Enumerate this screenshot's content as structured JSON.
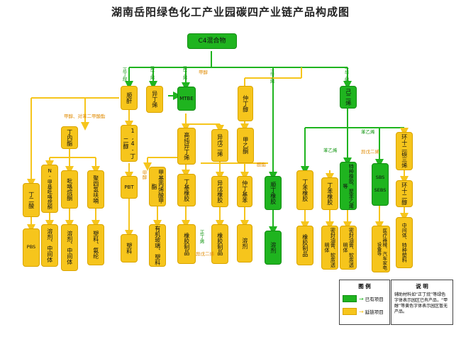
{
  "title": "湖南岳阳绿色化工产业园碳四产业链产品构成图",
  "nodes": {
    "c4": "C4混合物",
    "shunbi": "顺酐",
    "yiding_a": "异丁烯",
    "mtbe": "MTBE",
    "zhongding": "仲丁醇",
    "qiding": "己二烯",
    "ding_lactone": "丁内酯",
    "bdo": "1,4-丁二醇",
    "gaochun": "高纯异丁烯",
    "yiwu": "异戊二烯",
    "jiayi": "甲乙酮",
    "shunding_rubber": "顺丁橡胶",
    "dingben": "丁苯橡胶",
    "sbs1": "SBS",
    "sbs2": "SEBS",
    "huan12": "环十二碳三烯",
    "huan12b": "环十二醇",
    "n_methyl": "N-甲基吡咯烷酮",
    "pyrrolidone": "吡咯烷酮",
    "nylon": "聚四氢呋喃",
    "ptmg": "PBT",
    "pmma": "甲基丙烯酸甲酯",
    "dingji": "丁基橡胶",
    "yiwu_rubber": "异戊橡胶",
    "zhenguan": "仲丁基苯",
    "special": "特种橡胶、聚苯乙烯等",
    "dingersuan": "丁二酸",
    "pbs": "PBS",
    "rongji1": "溶剂、中间体",
    "rongji2": "溶剂、中间体",
    "suliao_a": "塑料、氨纶",
    "suliao_b": "塑料",
    "organic_glass": "有机玻璃、塑料",
    "rubber_a": "橡胶制品",
    "rubber_b": "橡胶制品",
    "rongji3": "溶剂",
    "rongji4": "溶剂",
    "rubber_c": "橡胶制品",
    "mifeng": "密封油膏、软质透明体",
    "yiliao": "医疗器械、汽车家电设备等",
    "zhongjianti": "中间体、特种塑料"
  },
  "edge_labels": {
    "zhengding": "正丁烷",
    "yiding_lbl": "异丁烯",
    "yiding2": "异丁烯",
    "jiachun": "甲醇",
    "zhengding2": "正丁烯",
    "zhengding3": "正丁烯",
    "methanol_dg": "甲醇、对苯二甲酸酯",
    "zhongding_lbl": "正丁烯",
    "jiachun2": "甲醇",
    "benyixi": "苯乙烯",
    "yiwu2": "异戊二烯",
    "benyixi2": "苯乙烯",
    "zhengding4": "正丁烯",
    "yiwu3": "异戊二烯",
    "jiaquan": "醛酯"
  },
  "legend": {
    "title": "图   例",
    "existing": "已有项目",
    "extension": "延链项目"
  },
  "notes": {
    "title": "说   明",
    "body": "辅助材料如“正丁烷”等绿色字体表示园区已有产品，“甲醇”等黄色字体表示园区暂无产品。"
  },
  "colors": {
    "green": "#1fb41f",
    "yellow": "#f6c51c",
    "green_text": "#119611",
    "orange_text": "#e08a00"
  }
}
